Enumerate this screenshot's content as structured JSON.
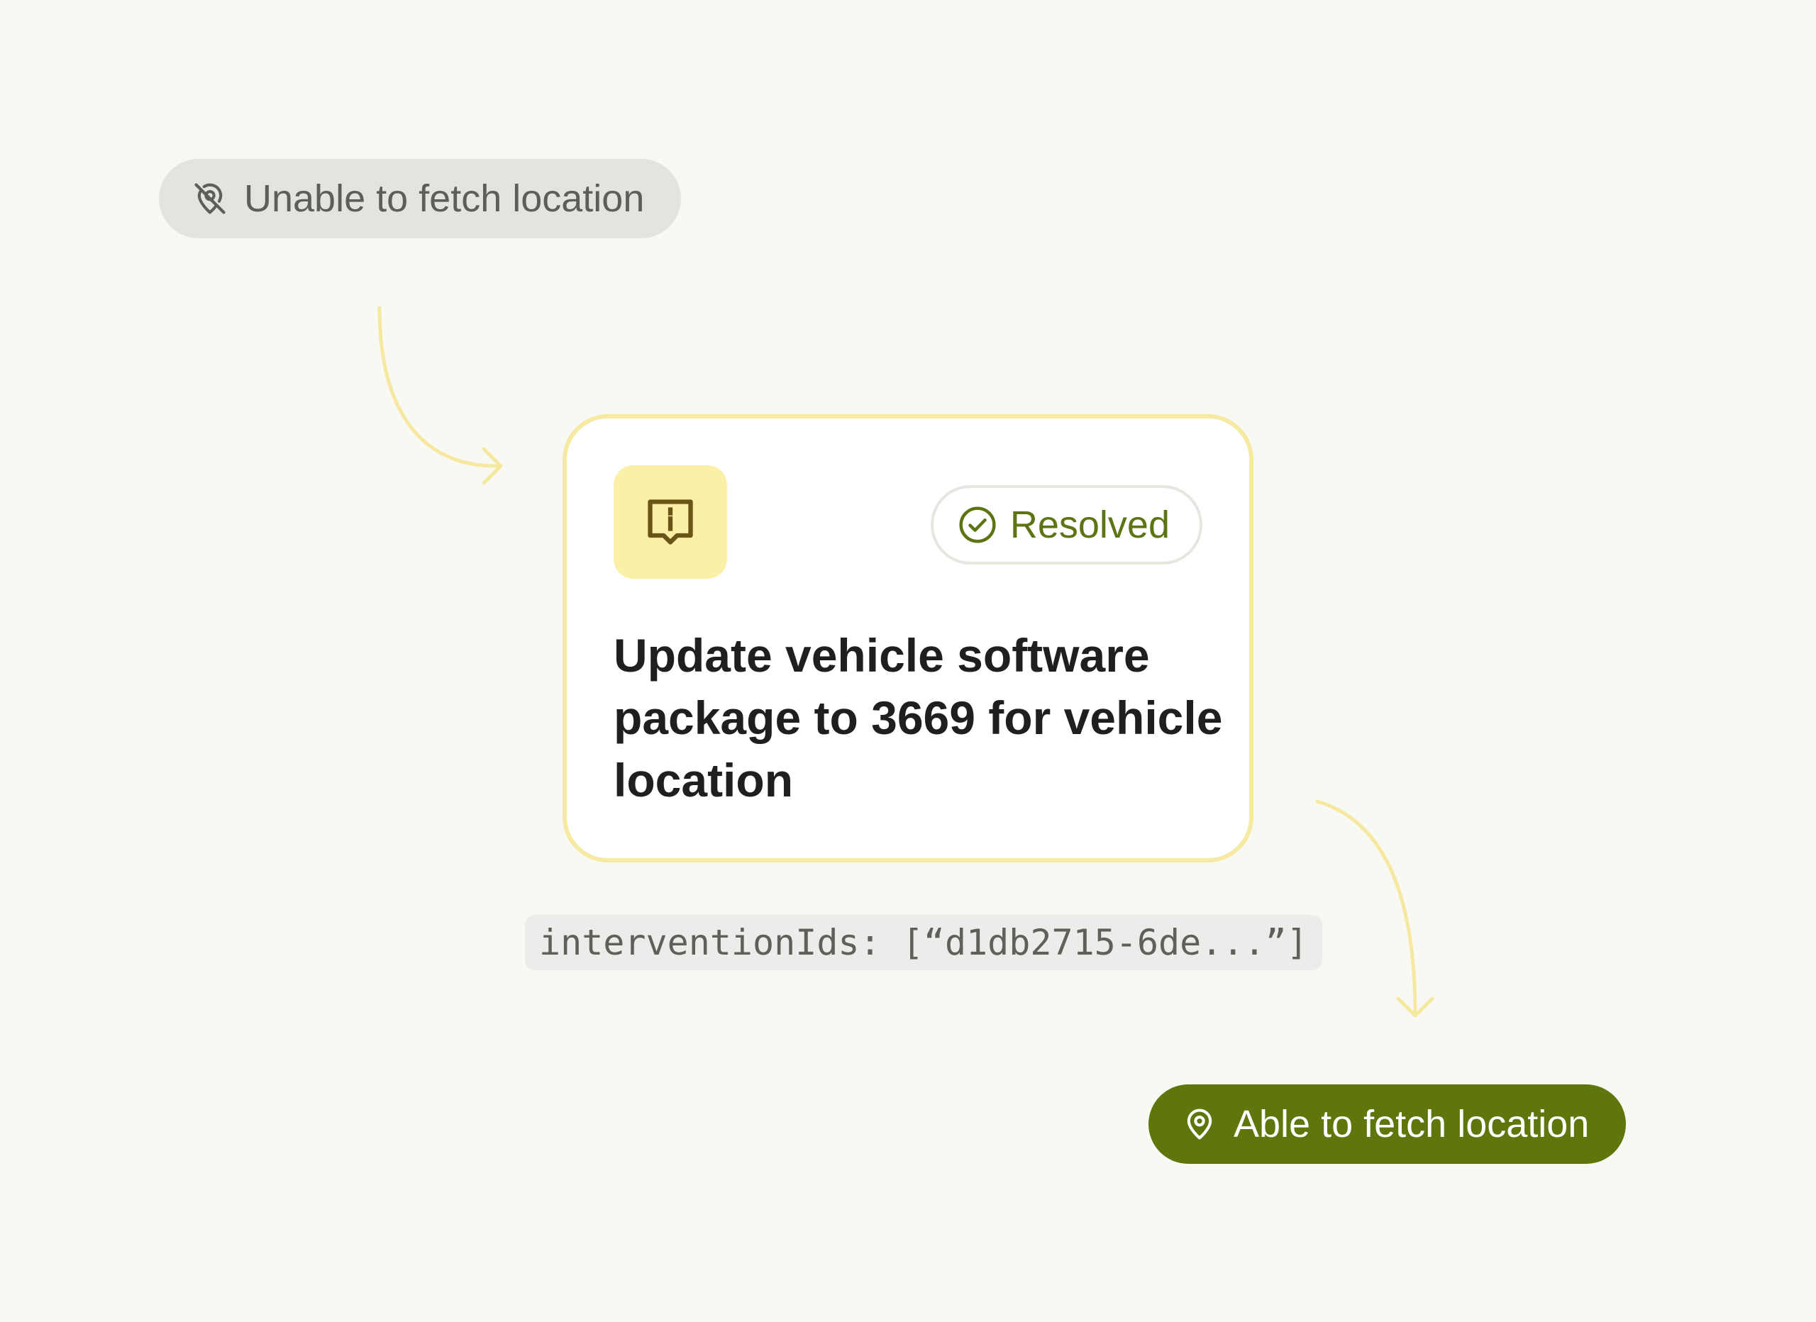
{
  "status_before": {
    "label": "Unable to fetch location",
    "icon": "location-off-icon",
    "color": "#e4e4de"
  },
  "card": {
    "icon": "info-message-icon",
    "status": {
      "label": "Resolved",
      "icon": "check-circle-icon",
      "color": "#5c7412"
    },
    "title": "Update vehicle software package to 3669 for vehicle location"
  },
  "code": {
    "text": "interventionIds: [“d1db2715-6de...”]"
  },
  "status_after": {
    "label": "Able to fetch location",
    "icon": "location-pin-icon",
    "color": "#5e760c"
  },
  "colors": {
    "background": "#f9f9f4",
    "card_border": "#f6e9a2",
    "info_tile": "#fcf0a6",
    "arrows": "#f6e9a2"
  }
}
